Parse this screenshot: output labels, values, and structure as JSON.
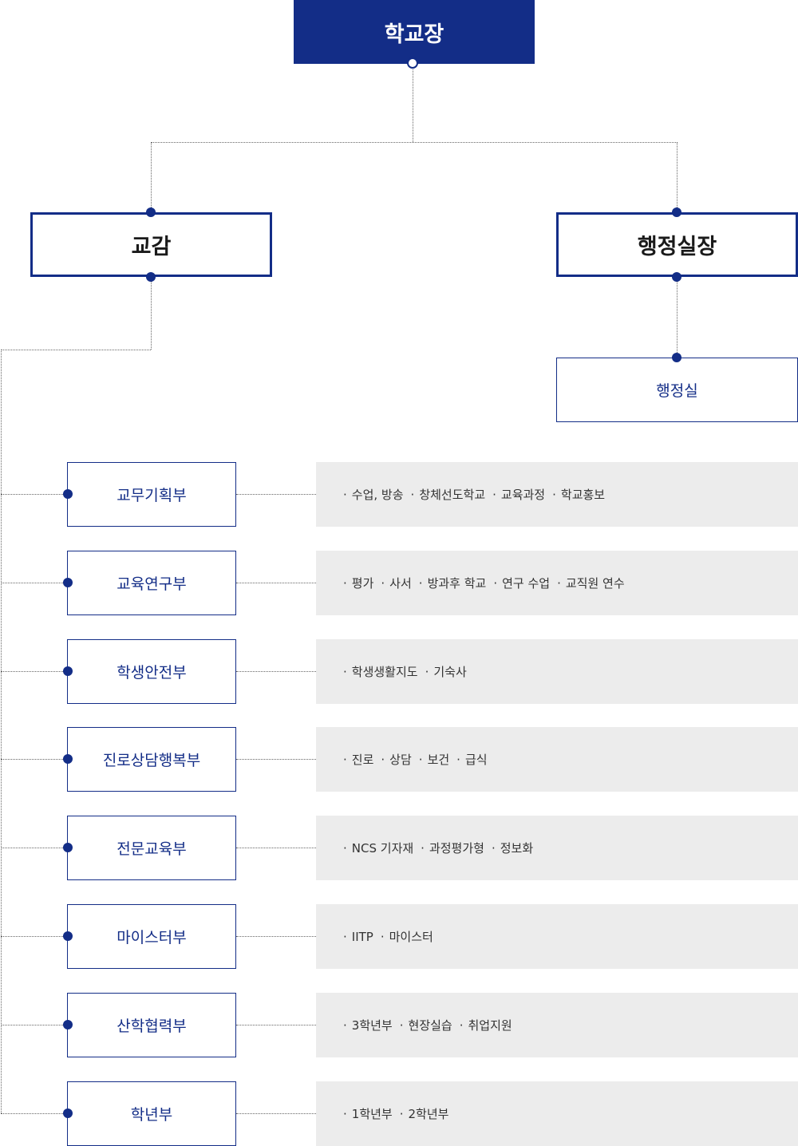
{
  "principal": "학교장",
  "vice_principal": "교감",
  "admin_head": "행정실장",
  "admin_office": "행정실",
  "departments": [
    {
      "name": "교무기획부",
      "duties": [
        "수업, 방송",
        "창체선도학교",
        "교육과정",
        "학교홍보"
      ]
    },
    {
      "name": "교육연구부",
      "duties": [
        "평가",
        "사서",
        "방과후 학교",
        "연구 수업",
        "교직원 연수"
      ]
    },
    {
      "name": "학생안전부",
      "duties": [
        "학생생활지도",
        "기숙사"
      ]
    },
    {
      "name": "진로상담행복부",
      "duties": [
        "진로",
        "상담",
        "보건",
        "급식"
      ]
    },
    {
      "name": "전문교육부",
      "duties": [
        "NCS 기자재",
        "과정평가형",
        "정보화"
      ]
    },
    {
      "name": "마이스터부",
      "duties": [
        "IITP",
        "마이스터"
      ]
    },
    {
      "name": "산학협력부",
      "duties": [
        "3학년부",
        "현장실습",
        "취업지원"
      ]
    },
    {
      "name": "학년부",
      "duties": [
        "1학년부",
        "2학년부"
      ]
    }
  ],
  "colors": {
    "accent": "#132d87",
    "duty_bg": "#ececec"
  }
}
